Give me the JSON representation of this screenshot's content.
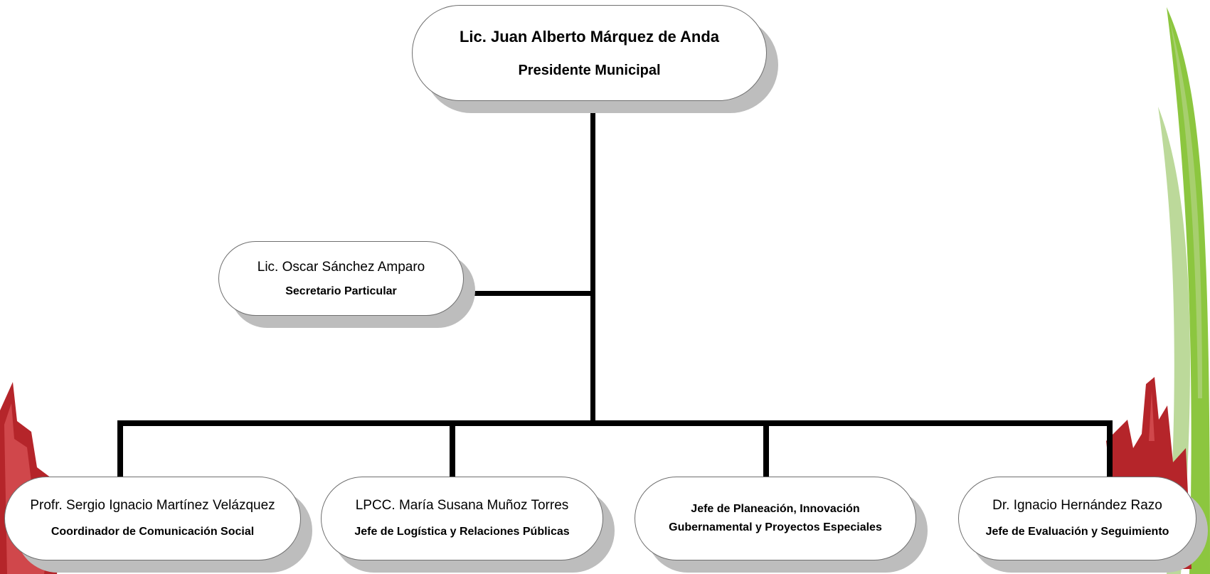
{
  "org_chart": {
    "president": {
      "name": "Lic. Juan Alberto Márquez de Anda",
      "role": "Presidente Municipal"
    },
    "secretary": {
      "name": "Lic. Oscar Sánchez Amparo",
      "role": "Secretario Particular"
    },
    "units": [
      {
        "name": "Profr. Sergio Ignacio Martínez Velázquez",
        "role": "Coordinador de Comunicación Social"
      },
      {
        "name": "LPCC. María Susana Muñoz Torres",
        "role": "Jefe de Logística y Relaciones Públicas"
      },
      {
        "name": "",
        "role_line1": "Jefe de Planeación, Innovación",
        "role_line2": "Gubernamental y Proyectos Especiales"
      },
      {
        "name": "Dr. Ignacio Hernández Razo",
        "role": "Jefe de Evaluación y Seguimiento"
      }
    ]
  },
  "colors": {
    "connector": "#000000",
    "node_border": "#6f6f6f",
    "node_shadow": "#bdbdbd",
    "accent_green": "#8cc63f",
    "accent_red": "#b5252a"
  }
}
